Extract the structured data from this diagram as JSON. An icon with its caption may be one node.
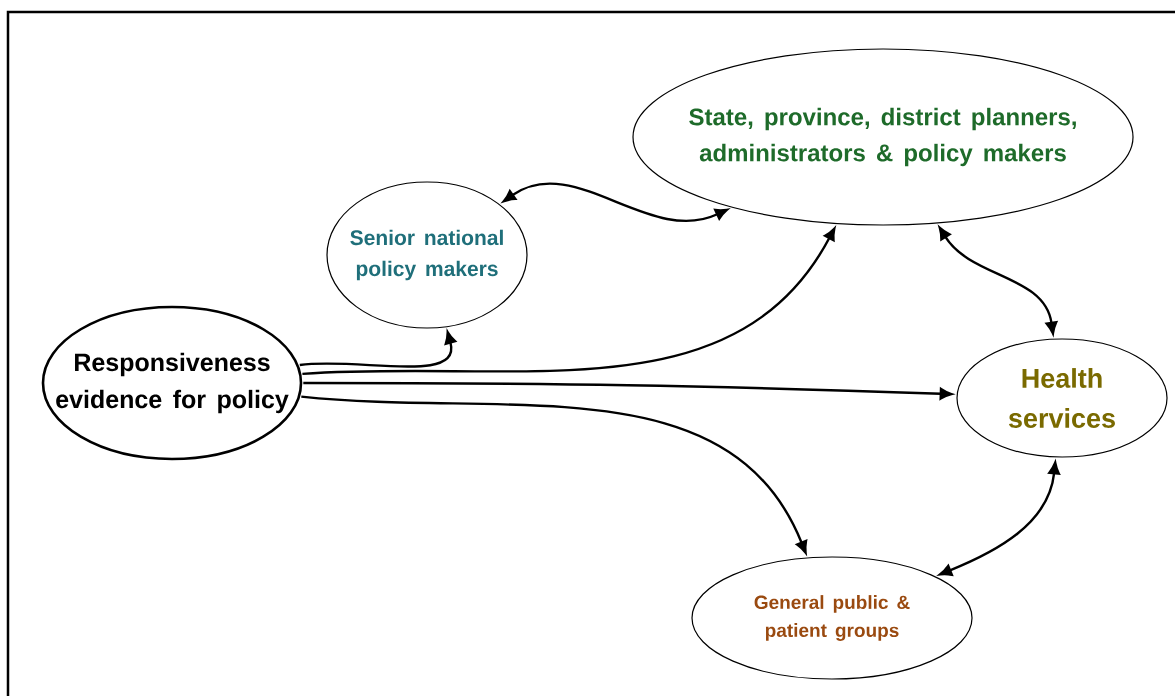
{
  "diagram": {
    "nodes": [
      {
        "text": [
          "Responsiveness evidence for policy"
        ]
      },
      {
        "text": [
          "Senior national policy makers"
        ]
      },
      {
        "text": [
          "State, province, district planners, administrators & policy makers"
        ]
      },
      {
        "text": [
          "Health services"
        ]
      },
      {
        "text": [
          "General public & patient groups"
        ]
      }
    ],
    "edges": [
      {
        "from": 0,
        "to": 1,
        "arrow": "to"
      },
      {
        "from": 0,
        "to": 2,
        "arrow": "to"
      },
      {
        "from": 0,
        "to": 3,
        "arrow": "to"
      },
      {
        "from": 0,
        "to": 4,
        "arrow": "to"
      },
      {
        "from": 1,
        "to": 2,
        "arrow": "both"
      },
      {
        "from": 2,
        "to": 3,
        "arrow": "both"
      },
      {
        "from": 4,
        "to": 3,
        "arrow": "both"
      }
    ]
  }
}
